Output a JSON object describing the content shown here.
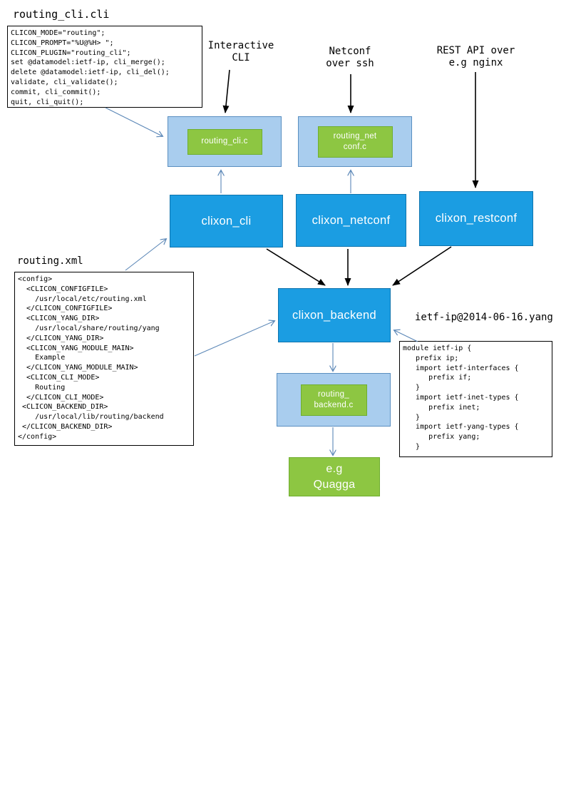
{
  "colors": {
    "box_blue": "#1b9de2",
    "box_light_blue": "#a9cdee",
    "box_green": "#8dc642",
    "arrow_blue": "#5b87b7",
    "arrow_black": "#000000"
  },
  "files": {
    "routing_cli_title": "routing_cli.cli",
    "routing_cli_code": "CLICON_MODE=\"routing\";\nCLICON_PROMPT=\"%U@%H> \";\nCLICON_PLUGIN=\"routing_cli\";\nset @datamodel:ietf-ip, cli_merge();\ndelete @datamodel:ietf-ip, cli_del();\nvalidate, cli_validate();\ncommit, cli_commit();\nquit, cli_quit();",
    "routing_xml_title": "routing.xml",
    "routing_xml_code": "<config>\n  <CLICON_CONFIGFILE>\n    /usr/local/etc/routing.xml\n  </CLICON_CONFIGFILE>\n  <CLICON_YANG_DIR>\n    /usr/local/share/routing/yang\n  </CLICON_YANG_DIR>\n  <CLICON_YANG_MODULE_MAIN>\n    Example\n  </CLICON_YANG_MODULE_MAIN>\n  <CLICON_CLI_MODE>\n    Routing\n  </CLICON_CLI_MODE>\n <CLICON_BACKEND_DIR>\n    /usr/local/lib/routing/backend\n </CLICON_BACKEND_DIR>\n</config>",
    "yang_title": "ietf-ip@2014-06-16.yang",
    "yang_code": "module ietf-ip {\n   prefix ip;\n   import ietf-interfaces {\n      prefix if;\n   }\n   import ietf-inet-types {\n      prefix inet;\n   }\n   import ietf-yang-types {\n      prefix yang;\n   }"
  },
  "annotations": {
    "interactive_cli": "Interactive\nCLI",
    "netconf_over_ssh": "Netconf\nover ssh",
    "rest_api": "REST API over\ne.g nginx"
  },
  "nodes": {
    "routing_cli_c": "routing_cli.c",
    "routing_netconf_c": "routing_net\nconf.c",
    "clixon_cli": "clixon_cli",
    "clixon_netconf": "clixon_netconf",
    "clixon_restconf": "clixon_restconf",
    "clixon_backend": "clixon_backend",
    "routing_backend_c": "routing_\nbackend.c",
    "quagga": "e.g\nQuagga"
  }
}
